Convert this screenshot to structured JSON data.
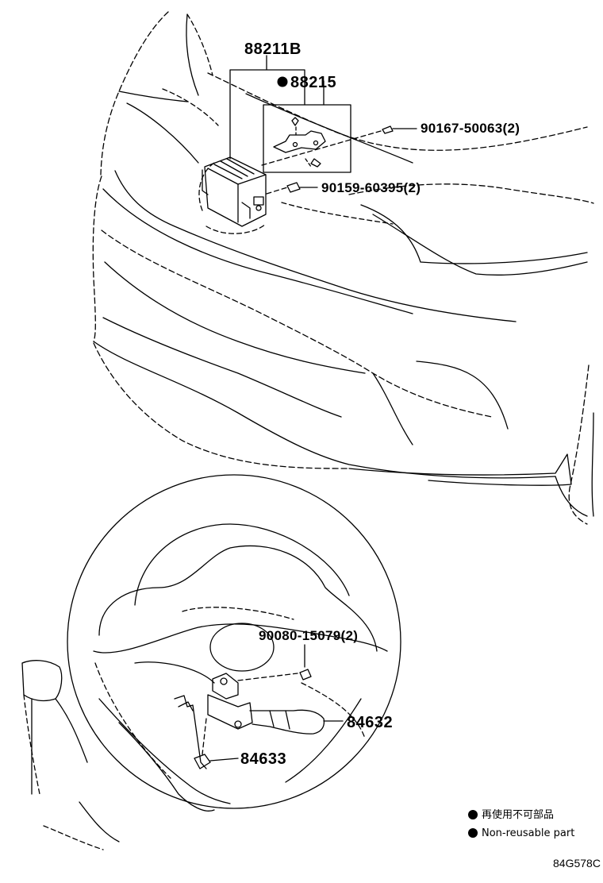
{
  "labels": {
    "assembly": "88211B",
    "bracket": "88215",
    "screw_upper": "90167-50063(2)",
    "screw_lower": "90159-60395(2)",
    "screw_switch": "90080-15079(2)",
    "switch": "84632",
    "harness": "84633"
  },
  "legend": {
    "jp": "再使用不可部品",
    "en": "Non-reusable part"
  },
  "figure_code": "84G578C"
}
